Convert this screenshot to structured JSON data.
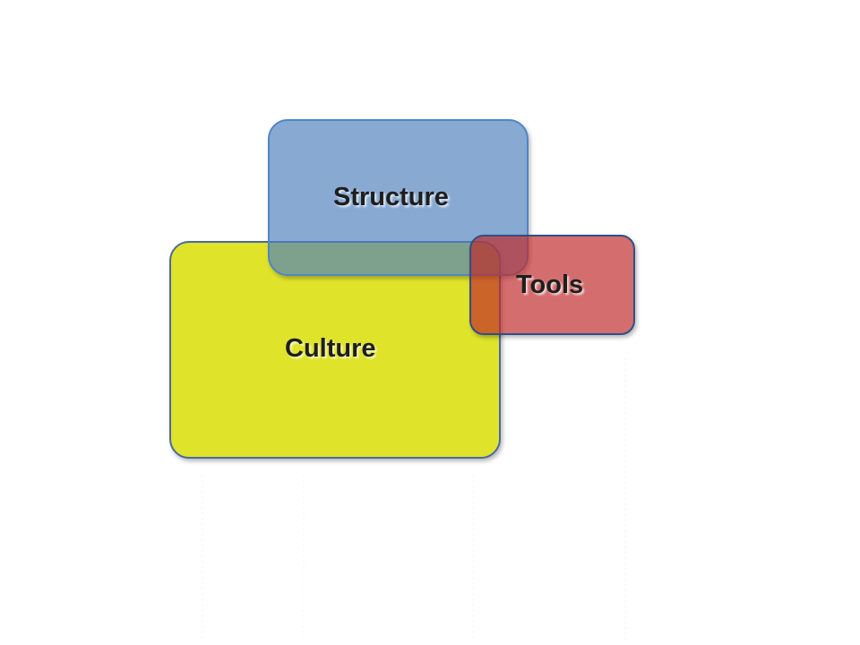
{
  "diagram": {
    "nodes": [
      {
        "id": "culture",
        "label": "Culture",
        "color": "#dfe32a"
      },
      {
        "id": "structure",
        "label": "Structure",
        "color": "#4f81bd"
      },
      {
        "id": "tools",
        "label": "Tools",
        "color": "#c0504d"
      }
    ]
  }
}
